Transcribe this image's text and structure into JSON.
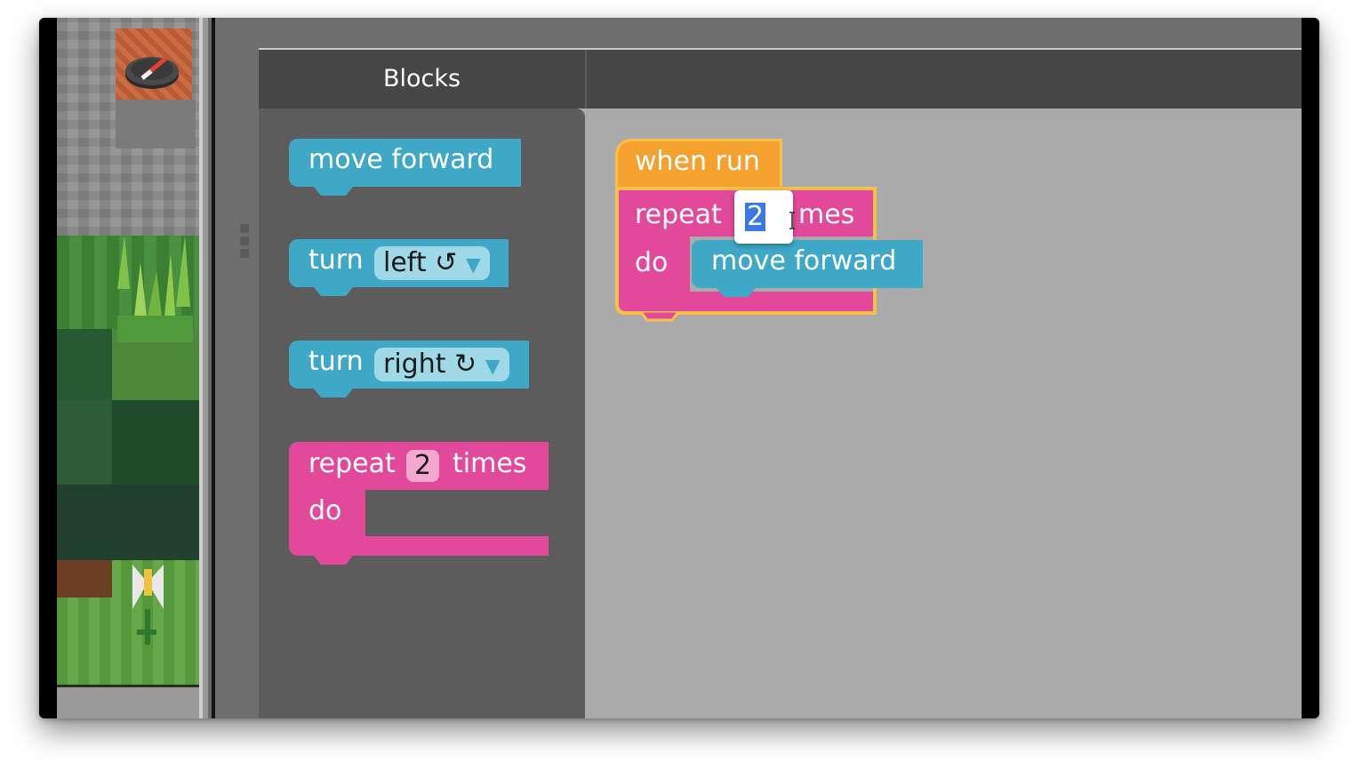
{
  "panel": {
    "tab_title": "Blocks"
  },
  "toolbox": {
    "move_forward": "move forward",
    "turn_left": {
      "label": "turn",
      "value": "left ↺",
      "arrow": "▼"
    },
    "turn_right": {
      "label": "turn",
      "value": "right ↻",
      "arrow": "▼"
    },
    "repeat": {
      "label_prefix": "repeat",
      "count": "2",
      "label_suffix": "times",
      "do": "do"
    }
  },
  "workspace": {
    "event_block": "when run",
    "repeat": {
      "label_prefix": "repeat",
      "count": "2",
      "label_suffix": "mes",
      "do": "do"
    },
    "nested_block": "move forward"
  },
  "colors": {
    "motion_blue": "#3fa8c6",
    "loop_pink": "#e3499a",
    "event_orange": "#f4a12f",
    "selection_blue": "#3b78e7"
  }
}
